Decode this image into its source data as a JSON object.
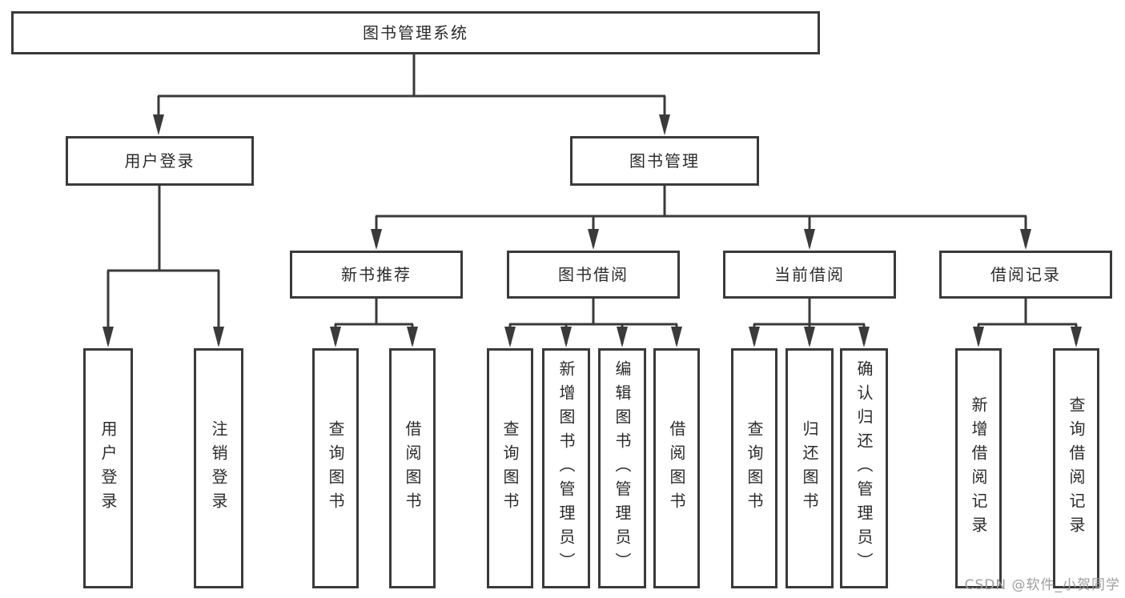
{
  "tree": {
    "label": "图书管理系统",
    "children": [
      {
        "label": "用户登录",
        "children": [
          {
            "label": "用户登录"
          },
          {
            "label": "注销登录"
          }
        ]
      },
      {
        "label": "图书管理",
        "children": [
          {
            "label": "新书推荐",
            "children": [
              {
                "label": "查询图书"
              },
              {
                "label": "借阅图书"
              }
            ]
          },
          {
            "label": "图书借阅",
            "children": [
              {
                "label": "查询图书"
              },
              {
                "label": "新增图书（管理员）"
              },
              {
                "label": "编辑图书（管理员）"
              },
              {
                "label": "借阅图书"
              }
            ]
          },
          {
            "label": "当前借阅",
            "children": [
              {
                "label": "查询图书"
              },
              {
                "label": "归还图书"
              },
              {
                "label": "确认归还（管理员）"
              }
            ]
          },
          {
            "label": "借阅记录",
            "children": [
              {
                "label": "新增借阅记录"
              },
              {
                "label": "查询借阅记录"
              }
            ]
          }
        ]
      }
    ]
  },
  "watermark": {
    "text": "CSDN @软件_小贺同学"
  },
  "colors": {
    "line": "#3a3a3a",
    "text": "#2b2b2b",
    "watermark": "#9e9e9e",
    "background": "#ffffff"
  }
}
